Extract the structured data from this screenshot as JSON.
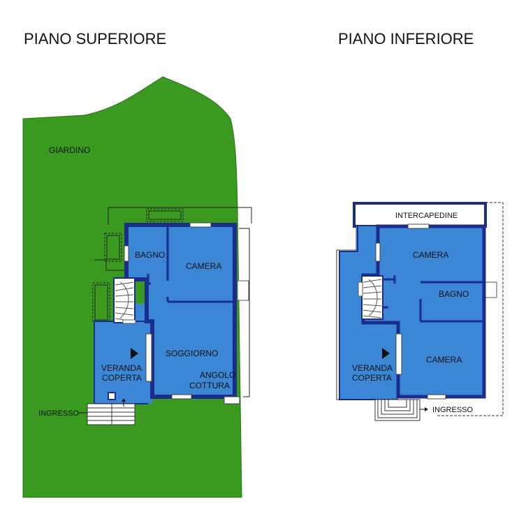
{
  "floors": {
    "upper": {
      "title": "PIANO SUPERIORE",
      "rooms": {
        "garden": "GIARDINO",
        "bathroom": "BAGNO",
        "bedroom": "CAMERA",
        "living": "SOGGIORNO",
        "kitchen_line1": "ANGOLO",
        "kitchen_line2": "COTTURA",
        "veranda_line1": "VERANDA",
        "veranda_line2": "COPERTA",
        "entrance": "INGRESSO"
      }
    },
    "lower": {
      "title": "PIANO INFERIORE",
      "rooms": {
        "cavity": "INTERCAPEDINE",
        "bedroom_top": "CAMERA",
        "bathroom": "BAGNO",
        "bedroom_bottom": "CAMERA",
        "veranda_line1": "VERANDA",
        "veranda_line2": "COPERTA",
        "entrance": "INGRESSO"
      }
    }
  },
  "colors": {
    "garden": "#3a9a20",
    "room": "#3b87d6",
    "wall": "#1a2d8a",
    "line": "#222222"
  }
}
